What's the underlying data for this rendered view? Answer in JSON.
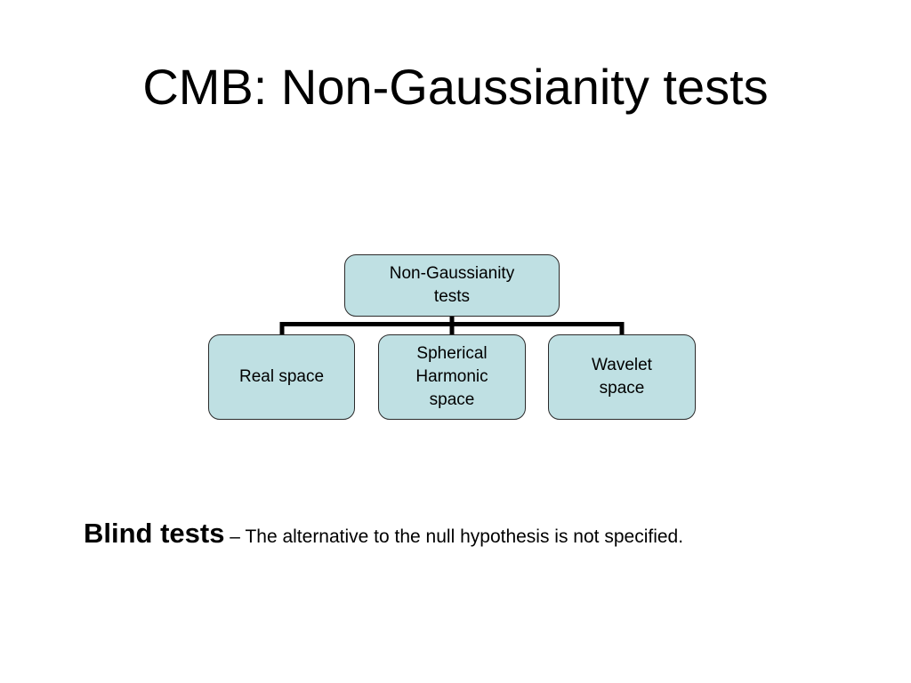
{
  "slide": {
    "title": "CMB: Non-Gaussianity tests"
  },
  "diagram": {
    "root": {
      "label": "Non-Gaussianity\ntests"
    },
    "children": [
      {
        "label": "Real space"
      },
      {
        "label": "Spherical\nHarmonic\nspace"
      },
      {
        "label": "Wavelet\nspace"
      }
    ]
  },
  "footnote": {
    "term": "Blind tests",
    "separator": " – ",
    "text": "The alternative to the null hypothesis  is not specified."
  },
  "colors": {
    "node_fill": "#bfe0e3",
    "node_border": "#2b2b2b",
    "connector": "#000000"
  }
}
